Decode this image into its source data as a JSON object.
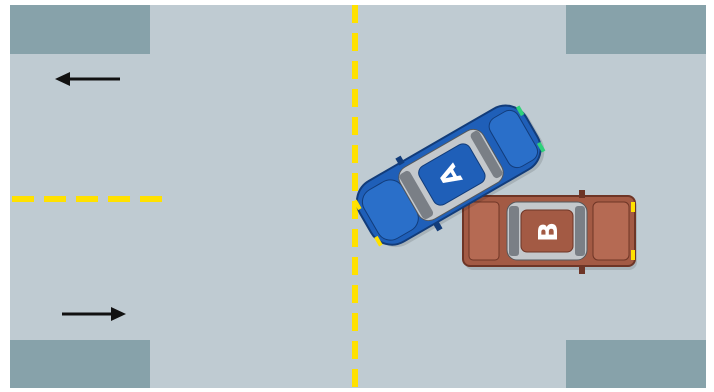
{
  "colors": {
    "background": "#ffffff",
    "road": "#bfcbd2",
    "corner_blocks": "#87a2aa",
    "center_line": "#ffe100",
    "arrow": "#111111",
    "car_a_body": "#1f5fb8",
    "car_a_dark": "#123c7a",
    "car_b_body": "#a35a44",
    "car_b_dark": "#6e3526",
    "glass": "#7a7f86",
    "car_label": "#ffffff"
  },
  "lanes": {
    "upper_direction": "left",
    "lower_direction": "right"
  },
  "vehicles": [
    {
      "id": "car-a",
      "label": "A",
      "icon": "sedan-icon",
      "description": "blue car"
    },
    {
      "id": "car-b",
      "label": "B",
      "icon": "sedan-icon",
      "description": "red car"
    }
  ]
}
